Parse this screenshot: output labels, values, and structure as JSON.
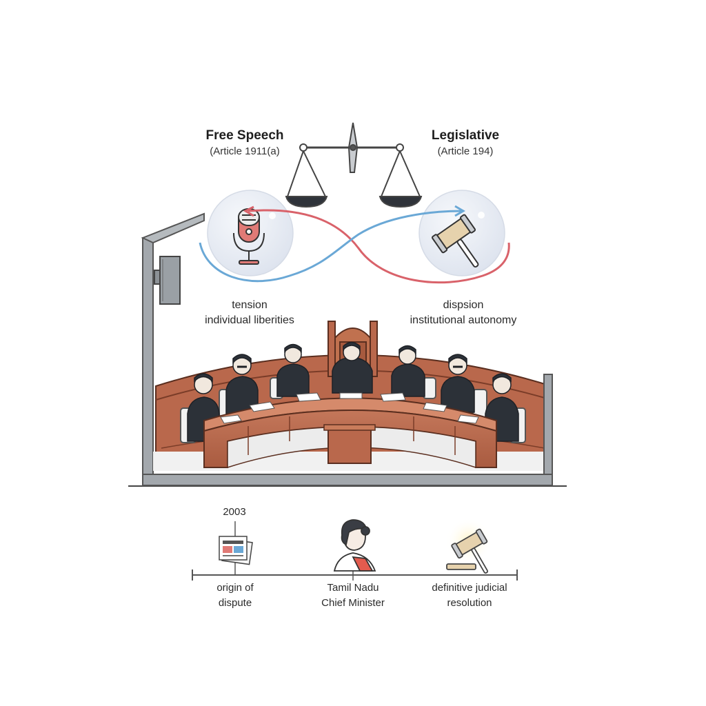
{
  "balance": {
    "left_title": "Free Speech",
    "left_subtitle": "(Article 1911(a)",
    "right_title": "Legislative",
    "right_subtitle": "(Article 194)"
  },
  "tension": {
    "left_line1": "tension",
    "left_line2": "individual liberities",
    "right_line1": "dispsion",
    "right_line2": "institutional autonomy"
  },
  "timeline": {
    "year": "2003",
    "points": [
      {
        "line1": "origin of",
        "line2": "dispute"
      },
      {
        "line1": "Tamil Nadu",
        "line2": "Chief Minister"
      },
      {
        "line1": "definitive judicial",
        "line2": "resolution"
      }
    ]
  },
  "colors": {
    "red_curve": "#d9626a",
    "blue_curve": "#6aa8d6",
    "wood": "#b9684c",
    "wood_dark": "#8a4631",
    "suit": "#2c3138",
    "frame": "#9ea3a8",
    "bubble": "#e8ecf3"
  },
  "icons": [
    "scales-icon",
    "microphone-icon",
    "gavel-icon",
    "newspaper-icon",
    "woman-portrait-icon",
    "glowing-gavel-icon",
    "loudspeaker-icon"
  ]
}
